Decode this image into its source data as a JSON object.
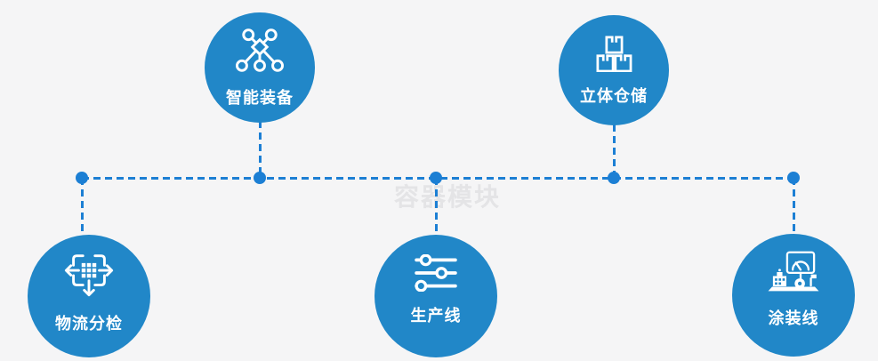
{
  "watermark": "容器模块",
  "colors": {
    "background": "#f5f5f6",
    "circle_fill": "#2187c8",
    "connector_line": "#1c7fd4",
    "icon_stroke": "#ffffff",
    "label_text": "#ffffff",
    "watermark_text": "#e4e4e6"
  },
  "nodes": [
    {
      "label": "智能装备",
      "icon": "network-nodes-icon",
      "position": "top-left"
    },
    {
      "label": "立体仓储",
      "icon": "stacked-boxes-icon",
      "position": "top-right"
    },
    {
      "label": "物流分检",
      "icon": "sort-dispatch-icon",
      "position": "bottom-left"
    },
    {
      "label": "生产线",
      "icon": "sliders-icon",
      "position": "bottom-center"
    },
    {
      "label": "涂装线",
      "icon": "coating-machine-icon",
      "position": "bottom-right"
    }
  ]
}
